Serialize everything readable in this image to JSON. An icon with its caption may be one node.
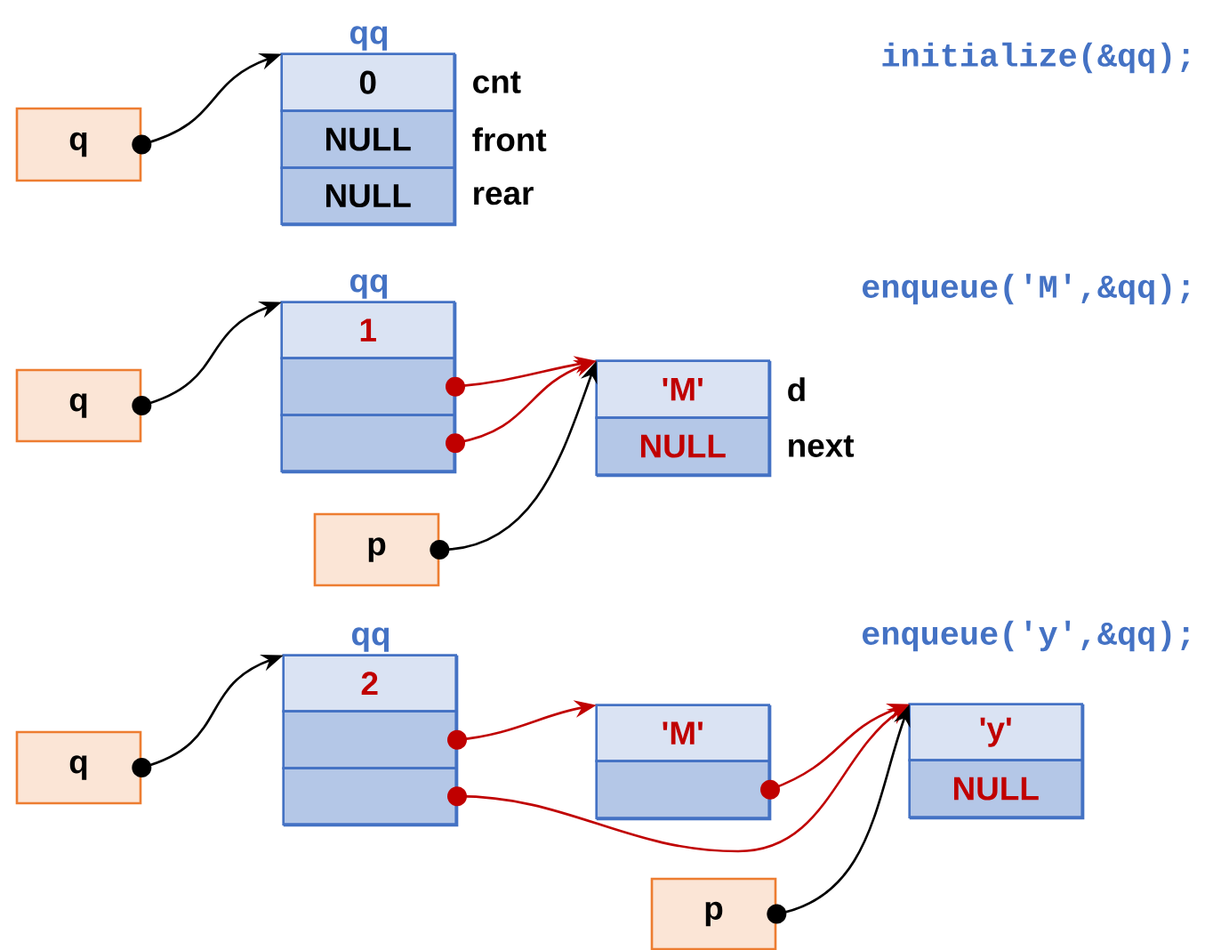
{
  "diagram": {
    "nodes": [
      {
        "text": [
          "q"
        ]
      },
      {
        "text": [
          "qq"
        ]
      },
      {
        "text": [
          "0"
        ],
        "in": 1,
        "beside": [
          "cnt"
        ]
      },
      {
        "text": [
          "NULL"
        ],
        "in": 1,
        "beside": [
          "front"
        ]
      },
      {
        "text": [
          "NULL"
        ],
        "in": 1,
        "beside": [
          "rear"
        ]
      },
      {
        "text": [
          "q"
        ]
      },
      {
        "text": [
          "qq"
        ]
      },
      {
        "text": [
          "1"
        ],
        "in": 6
      },
      {
        "text": [],
        "shape": "box",
        "in": 6
      },
      {
        "text": [],
        "shape": "box",
        "in": 6
      },
      {
        "text": [],
        "shape": "box"
      },
      {
        "text": [
          "'M'"
        ],
        "in": 10,
        "beside": [
          "d"
        ]
      },
      {
        "text": [
          "NULL"
        ],
        "in": 10,
        "beside": [
          "next"
        ]
      },
      {
        "text": [
          "p"
        ]
      },
      {
        "text": [
          "q"
        ]
      },
      {
        "text": [
          "qq"
        ]
      },
      {
        "text": [
          "2"
        ],
        "in": 15
      },
      {
        "text": [],
        "shape": "box",
        "in": 15
      },
      {
        "text": [],
        "shape": "box",
        "in": 15
      },
      {
        "text": [],
        "shape": "box"
      },
      {
        "text": [
          "'M'"
        ],
        "in": 19
      },
      {
        "text": [],
        "shape": "box",
        "in": 19
      },
      {
        "text": [],
        "shape": "box"
      },
      {
        "text": [
          "'y'"
        ],
        "in": 22
      },
      {
        "text": [
          "NULL"
        ],
        "in": 22
      },
      {
        "text": [
          "p"
        ]
      }
    ],
    "edges": [
      {
        "from": 0,
        "to": 1,
        "arrow": "to",
        "color": "#000000"
      },
      {
        "from": 5,
        "to": 6,
        "arrow": "to",
        "color": "#000000"
      },
      {
        "from": 8,
        "to": 10,
        "arrow": "to",
        "color": "#c00000"
      },
      {
        "from": 9,
        "to": 10,
        "arrow": "to",
        "color": "#c00000"
      },
      {
        "from": 13,
        "to": 10,
        "arrow": "to",
        "color": "#000000"
      },
      {
        "from": 14,
        "to": 15,
        "arrow": "to",
        "color": "#000000"
      },
      {
        "from": 17,
        "to": 19,
        "arrow": "to",
        "color": "#c00000"
      },
      {
        "from": 18,
        "to": 22,
        "arrow": "to",
        "color": "#c00000"
      },
      {
        "from": 21,
        "to": 22,
        "arrow": "to",
        "color": "#c00000"
      },
      {
        "from": 25,
        "to": 22,
        "arrow": "to",
        "color": "#000000"
      }
    ],
    "labels": [
      "initialize(&qq);",
      "enqueue('M',&qq);",
      "enqueue('y',&qq);"
    ]
  }
}
